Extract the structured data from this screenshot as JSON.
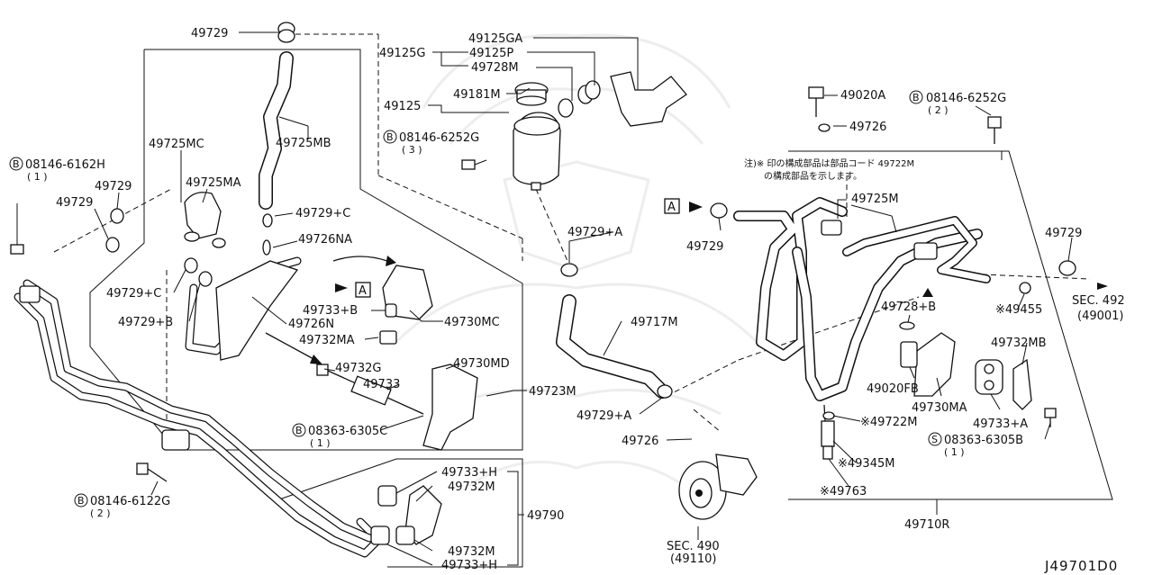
{
  "diagram_id": "J49701D0",
  "note_jp": [
    "注)※ 印の構成部品は部品コード 49722M",
    "の構成部品を示します。"
  ],
  "labels": {
    "l49729_top": "49729",
    "l49125GA": "49125GA",
    "l49125G": "49125G",
    "l49125P": "49125P",
    "l49728M": "49728M",
    "l49125": "49125",
    "l49181M": "49181M",
    "b08146_3": "08146-6252G",
    "b08146_3q": "( 3 )",
    "l49725MB": "49725MB",
    "l49725MC": "49725MC",
    "l49725MA": "49725MA",
    "b08146_6162": "08146-6162H",
    "b08146_6162q": "( 1 )",
    "l49729_a": "49729",
    "l49729_b": "49729",
    "l49729C_1": "49729+C",
    "l49726NA": "49726NA",
    "l49729C_2": "49729+C",
    "l49729B": "49729+B",
    "l49726N": "49726N",
    "l49733B": "49733+B",
    "l49730MC": "49730MC",
    "l49732MA": "49732MA",
    "l49732G": "49732G",
    "l49730MD": "49730MD",
    "l49733": "49733",
    "l49723M": "49723M",
    "b08363_1": "08363-6305C",
    "b08363_1q": "( 1 )",
    "l49729A_1": "49729+A",
    "l49717M": "49717M",
    "l49729A_2": "49729+A",
    "l49726_b": "49726",
    "b08146_6122": "08146-6122G",
    "b08146_6122q": "( 2 )",
    "l49733H_1": "49733+H",
    "l49732M_1": "49732M",
    "l49790": "49790",
    "l49732M_2": "49732M",
    "l49733H_2": "49733+H",
    "sec490": "SEC. 490",
    "sec490b": "(49110)",
    "l49020A": "49020A",
    "b08146_r": "08146-6252G",
    "b08146_rq": "( 2 )",
    "l49726_r": "49726",
    "l49725M": "49725M",
    "l49729_r1": "49729",
    "l49729_r2": "49729",
    "sec492": "SEC. 492",
    "sec492b": "(49001)",
    "l49455": "※49455",
    "l49728B": "49728+B",
    "l49732MB": "49732MB",
    "l49020FB": "49020FB",
    "l49730MA": "49730MA",
    "l49733A": "49733+A",
    "l49722M": "※49722M",
    "s08363": "08363-6305B",
    "s08363q": "( 1 )",
    "l49345M": "※49345M",
    "l49763": "※49763",
    "l49710R": "49710R",
    "refA1": "A",
    "refA2": "A",
    "circB": "B",
    "circS": "S"
  }
}
